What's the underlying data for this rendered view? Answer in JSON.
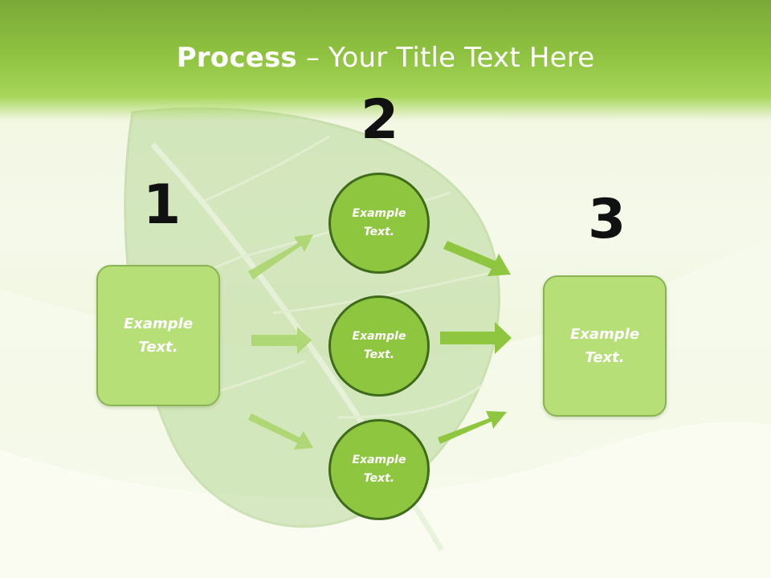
{
  "title": {
    "bold": "Process",
    "rest": " – Your Title Text Here"
  },
  "steps": {
    "one": {
      "number": "1",
      "text": "Example\nText."
    },
    "two": {
      "number": "2",
      "circles": [
        {
          "text": "Example\nText."
        },
        {
          "text": "Example\nText."
        },
        {
          "text": "Example\nText."
        }
      ]
    },
    "three": {
      "number": "3",
      "text": "Example\nText."
    }
  },
  "colors": {
    "accent": "#8fc63f",
    "box_fill": "#b7df78",
    "circle_border": "#3f6b1c",
    "arrow": "#8fc63f"
  },
  "background_icon": "leaf-icon"
}
